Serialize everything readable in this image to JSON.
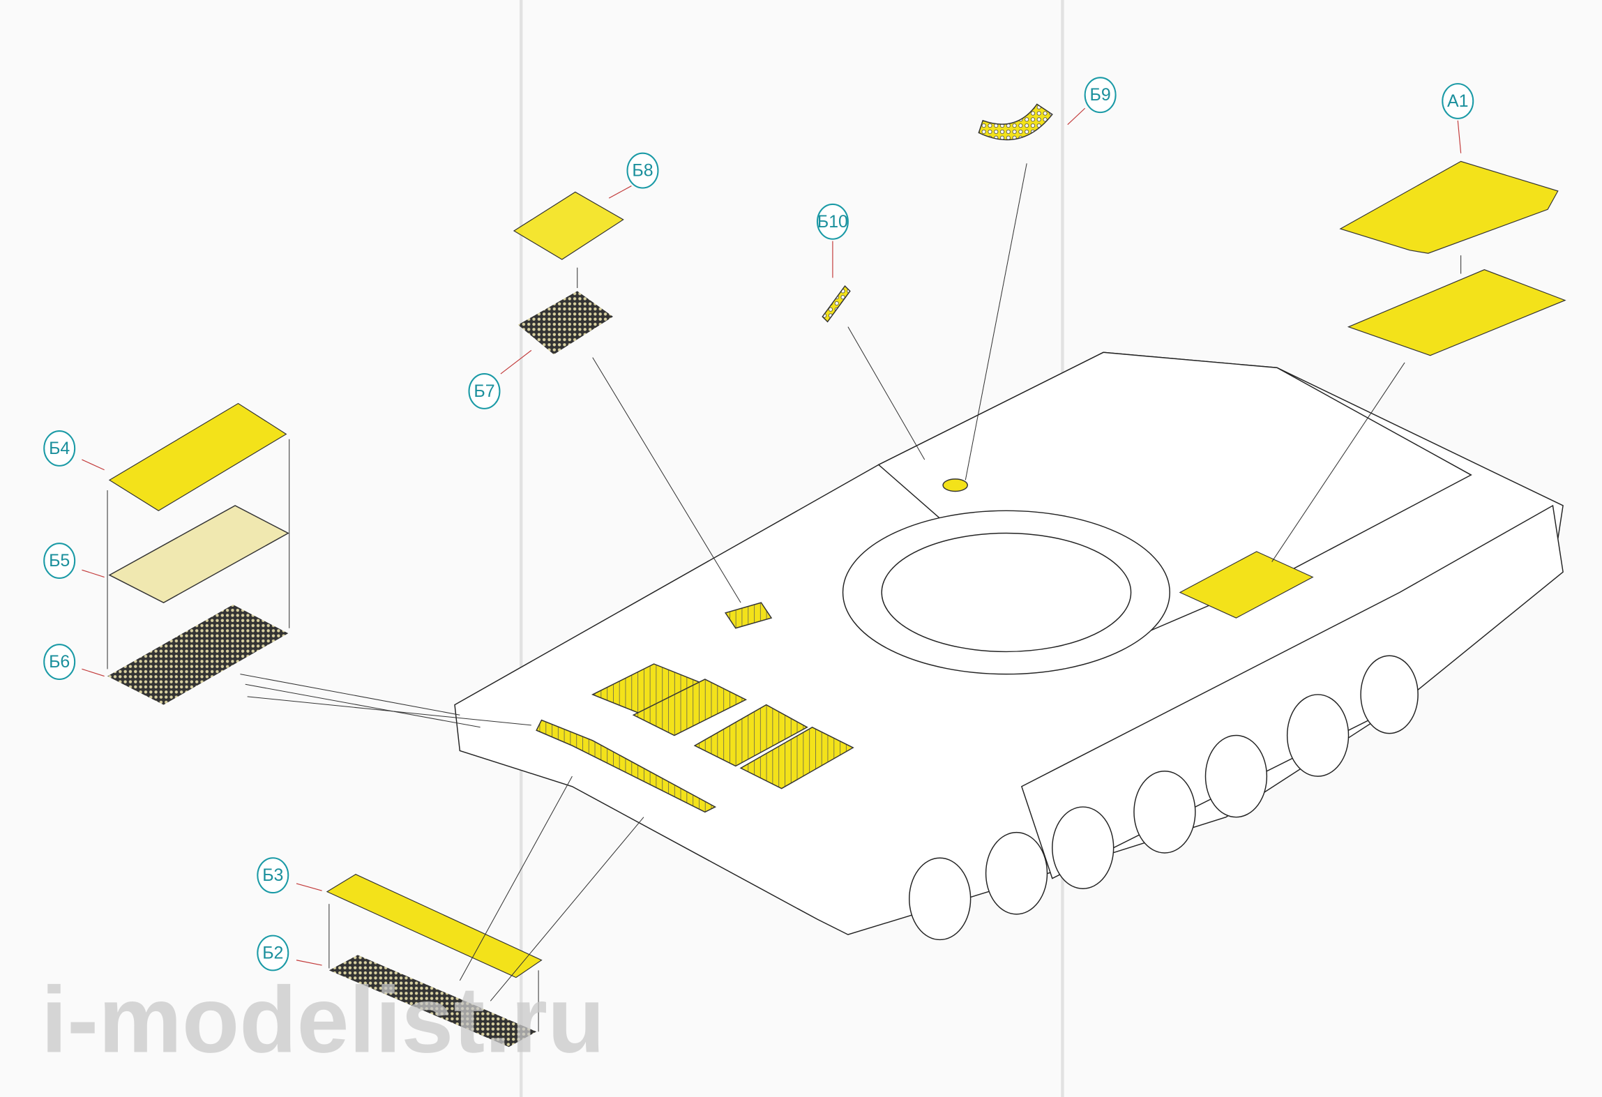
{
  "title": "T-14 photo-etch assembly step",
  "parts": [
    {
      "id": "A1",
      "label": "А1"
    },
    {
      "id": "B9",
      "label": "Б9"
    },
    {
      "id": "B8",
      "label": "Б8"
    },
    {
      "id": "B10",
      "label": "Б10"
    },
    {
      "id": "B7",
      "label": "Б7"
    },
    {
      "id": "B4",
      "label": "Б4"
    },
    {
      "id": "B5",
      "label": "Б5"
    },
    {
      "id": "B6",
      "label": "Б6"
    },
    {
      "id": "B3",
      "label": "Б3"
    },
    {
      "id": "B2",
      "label": "Б2"
    }
  ],
  "watermark": "i-modelist.ru",
  "colors": {
    "part_yellow": "#f3e21a",
    "label_teal": "#1a9aa6",
    "arrow_red": "#c23a3a"
  }
}
